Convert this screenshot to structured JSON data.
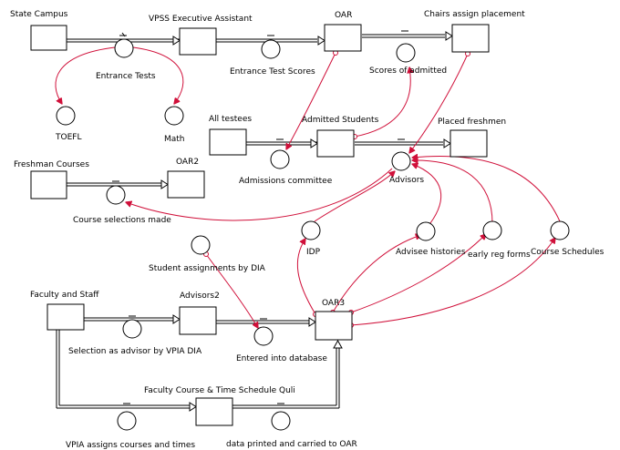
{
  "link_color": "#d0103a",
  "stocks": {
    "state_campus": "State Campus",
    "vpss": "VPSS Executive Assistant",
    "oar": "OAR",
    "chairs": "Chairs assign placement",
    "all_testees": "All testees",
    "admitted": "Admitted Students",
    "placed": "Placed freshmen",
    "freshman_courses": "Freshman Courses",
    "oar2": "OAR2",
    "faculty": "Faculty and Staff",
    "advisors2": "Advisors2",
    "oar3": "OAR3",
    "fcts": "Faculty Course & Time Schedule Quli"
  },
  "converters": {
    "entrance_tests": "Entrance Tests",
    "toefl": "TOEFL",
    "math": "Math",
    "entrance_scores": "Entrance Test Scores",
    "scores_admitted": "Scores of admitted",
    "admissions_committee": "Admissions committee",
    "advisors": "Advisors",
    "course_selections": "Course selections made",
    "idp": "IDP",
    "advisee_histories": "Advisee histories",
    "early_reg": "early reg forms",
    "course_schedules": "Course Schedules",
    "student_assignments": "Student assignments by DIA",
    "selection_advisor": "Selection as advisor by VPIA DIA",
    "entered_db": "Entered into database",
    "vpia_assigns": "VPIA assigns courses and times",
    "data_printed": "data printed and carried to OAR"
  }
}
